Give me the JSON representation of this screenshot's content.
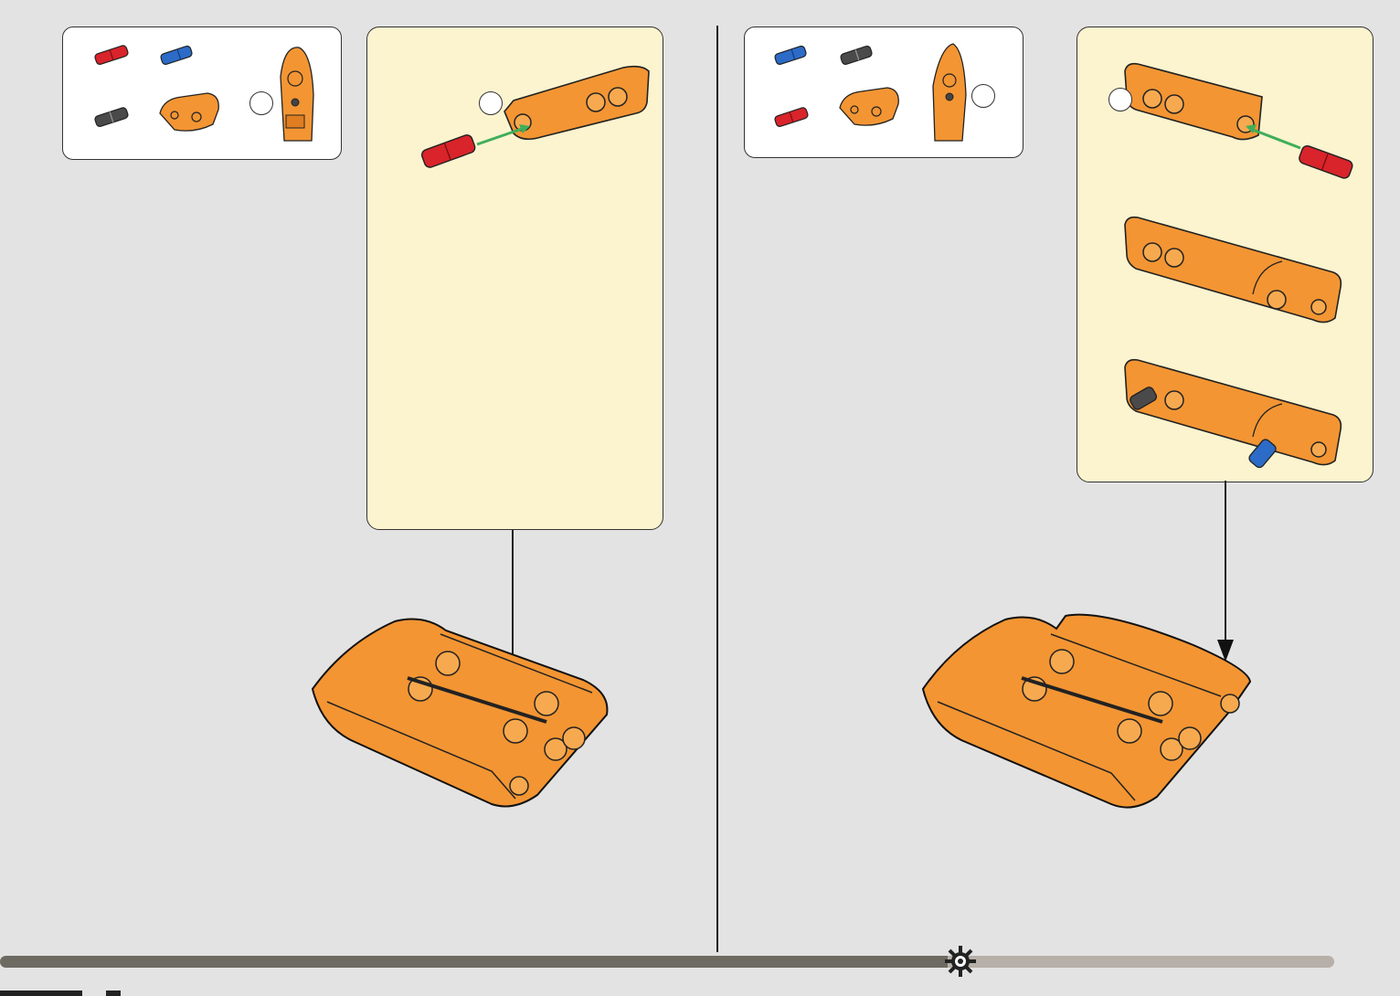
{
  "page": {
    "background": "#e3e3e3",
    "accent_panel": "#fcf4cf",
    "part_orange": "#f39533",
    "part_red": "#d8242a",
    "part_blue": "#2c6bc7",
    "part_grey": "#4a4a4a",
    "arrow_green": "#3fae5a"
  },
  "left_step": {
    "parts_list": [
      "red-pin-icon",
      "blue-pin-icon",
      "grey-pin-icon",
      "orange-panel-icon",
      "orange-fairing-icon"
    ],
    "callout_label": "",
    "substeps": [
      "substep-1",
      "substep-2",
      "substep-3"
    ]
  },
  "right_step": {
    "parts_list": [
      "blue-pin-icon",
      "grey-pin-icon",
      "red-pin-icon",
      "orange-panel-icon",
      "orange-fairing-icon"
    ],
    "callout_label": "",
    "substeps": [
      "substep-1",
      "substep-2",
      "substep-3"
    ]
  },
  "progress": {
    "fraction": 0.71
  }
}
